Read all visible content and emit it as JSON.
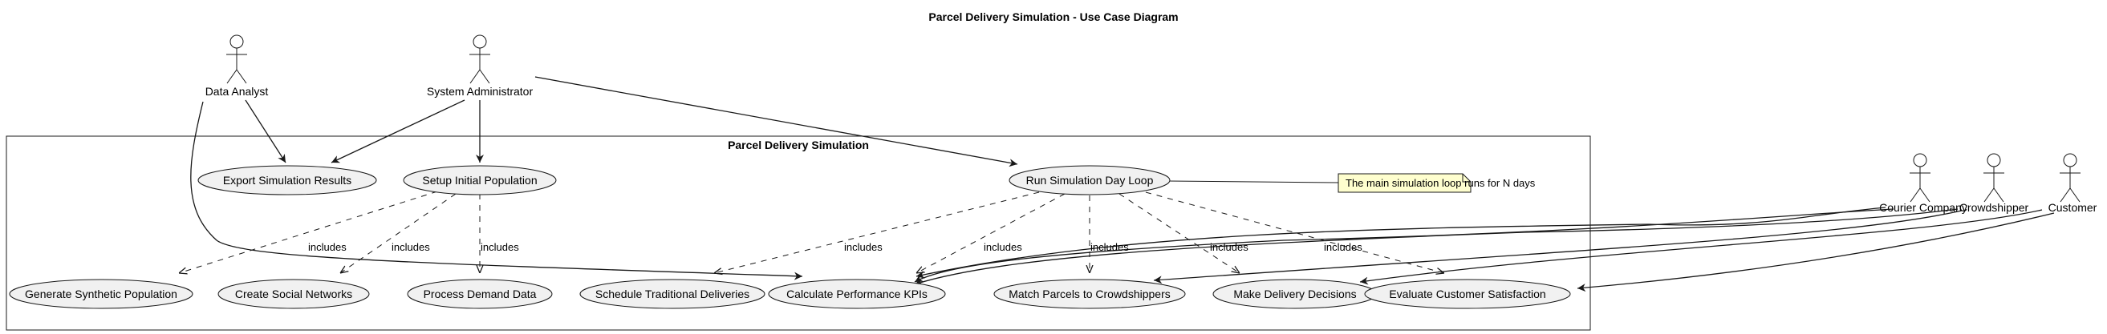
{
  "title": "Parcel Delivery Simulation - Use Case Diagram",
  "system_boundary": "Parcel Delivery Simulation",
  "actors": {
    "data_analyst": "Data Analyst",
    "system_administrator": "System Administrator",
    "courier_company": "Courier Company",
    "crowdshipper": "Crowdshipper",
    "customer": "Customer"
  },
  "use_cases": {
    "export_results": "Export Simulation Results",
    "setup_population": "Setup Initial Population",
    "run_day_loop": "Run Simulation Day Loop",
    "generate_population": "Generate Synthetic Population",
    "create_networks": "Create Social Networks",
    "process_demand": "Process Demand Data",
    "schedule_traditional": "Schedule Traditional Deliveries",
    "calculate_kpis": "Calculate Performance KPIs",
    "match_parcels": "Match Parcels to Crowdshippers",
    "delivery_decisions": "Make Delivery Decisions",
    "customer_satisfaction": "Evaluate Customer Satisfaction"
  },
  "relation_label": "includes",
  "note": "The main simulation loop runs for N days"
}
